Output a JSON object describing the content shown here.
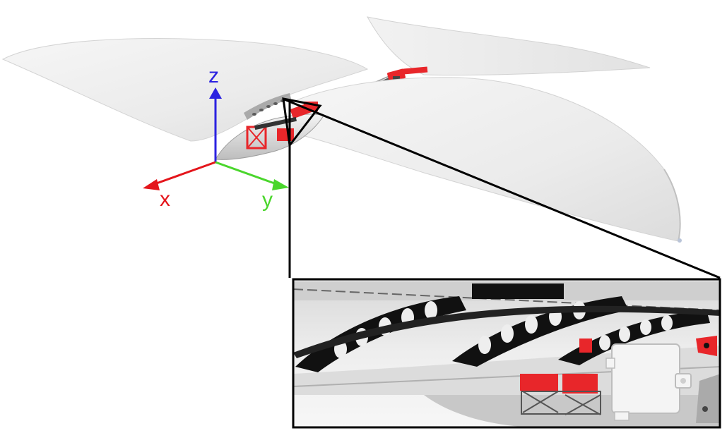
{
  "axes": {
    "x": {
      "label": "x",
      "color": "#e4151b"
    },
    "y": {
      "label": "y",
      "color": "#4ad62c"
    },
    "z": {
      "label": "z",
      "color": "#2b22e0"
    }
  },
  "colors": {
    "wing_membrane": "#ececec",
    "wing_edge": "#d6d6d6",
    "structure_black": "#111111",
    "joint_red": "#e8262a",
    "callout_frame": "#000000",
    "electronics_box": "#f4f4f4"
  },
  "icons": [
    "coordinate-frame-icon",
    "magnifier-callout-icon"
  ]
}
